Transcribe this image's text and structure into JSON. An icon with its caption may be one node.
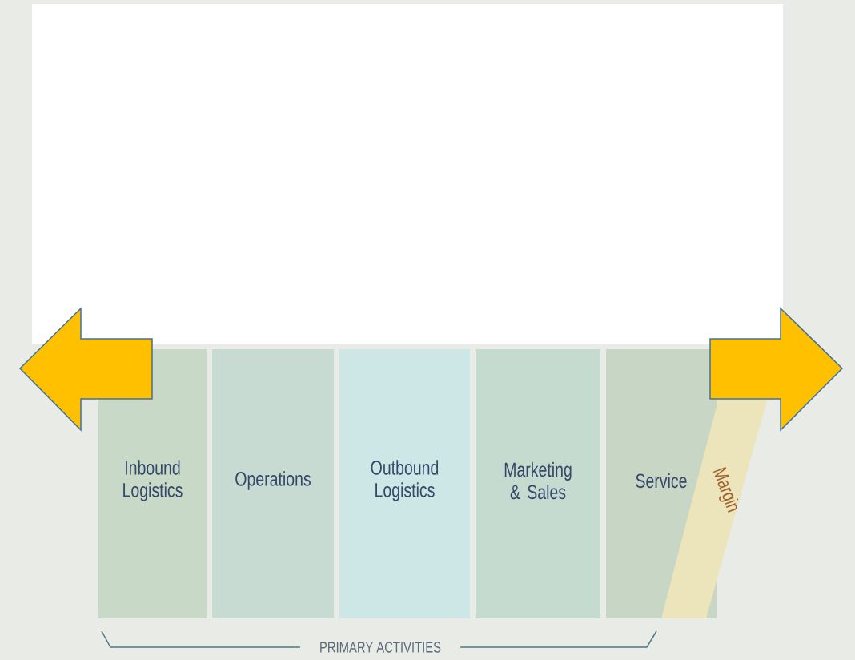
{
  "diagram": {
    "nodes": [
      {
        "text": [
          "Inbound Logistics"
        ]
      },
      {
        "text": [
          "Operations"
        ]
      },
      {
        "text": [
          "Outbound Logistics"
        ]
      },
      {
        "text": [
          "Marketing & Sales"
        ]
      },
      {
        "text": [
          "Service"
        ]
      },
      {
        "text": [
          "Margin"
        ]
      }
    ],
    "labels": [
      "PRIMARY ACTIVITIES"
    ]
  }
}
